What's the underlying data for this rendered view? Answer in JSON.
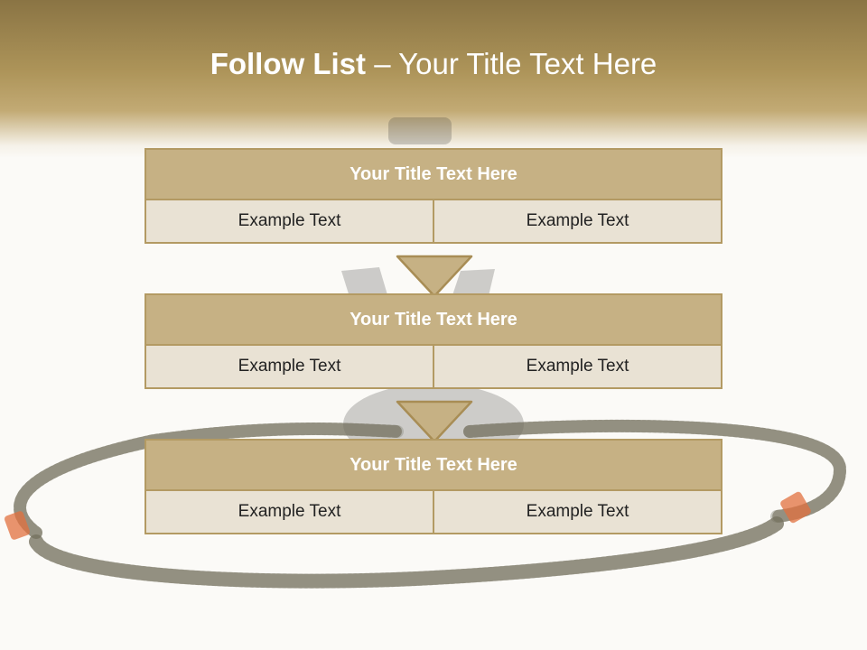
{
  "slide": {
    "title_strong": "Follow List",
    "title_rest": "  –  Your Title Text Here"
  },
  "blocks": [
    {
      "title": "Your Title Text Here",
      "left": "Example Text",
      "right": "Example Text"
    },
    {
      "title": "Your Title Text Here",
      "left": "Example Text",
      "right": "Example Text"
    },
    {
      "title": "Your Title Text Here",
      "left": "Example Text",
      "right": "Example Text"
    }
  ],
  "theme": {
    "header_color": "#8a7444",
    "block_title_fill": "#c6b184",
    "block_cell_fill": "#e9e2d4",
    "border_color": "#b39a63",
    "background_image": "hookah-with-hose"
  }
}
